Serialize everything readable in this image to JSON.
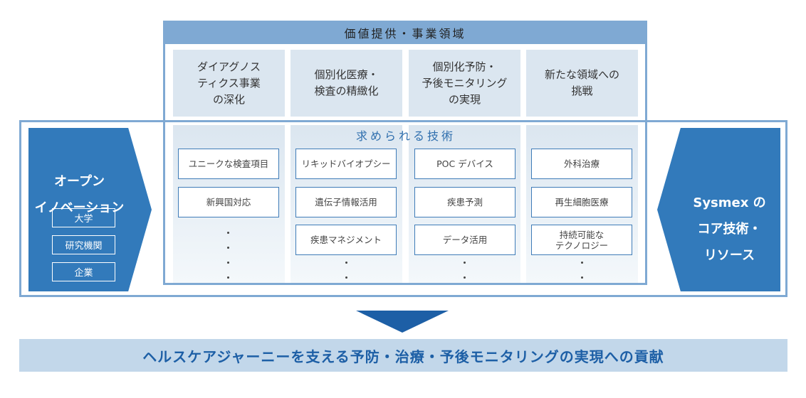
{
  "value_area": {
    "title": "価値提供・事業領域",
    "items": [
      "ダイアグノス\nティクス事業\nの深化",
      "個別化医療・\n検査の精緻化",
      "個別化予防・\n予後モニタリング\nの実現",
      "新たな領域への\n挑戦"
    ]
  },
  "technology": {
    "title": "求められる技術",
    "columns": [
      [
        "ユニークな検査項目",
        "新興国対応"
      ],
      [
        "リキッドバイオプシー",
        "遺伝子情報活用",
        "疾患マネジメント"
      ],
      [
        "POC デバイス",
        "疾患予測",
        "データ活用"
      ],
      [
        "外科治療",
        "再生細胞医療",
        "持続可能な\nテクノロジー"
      ]
    ]
  },
  "left_block": {
    "title": "オープン\nイノベーション",
    "items": [
      "大学",
      "研究機関",
      "企業"
    ]
  },
  "right_block": {
    "title": "Sysmex の\nコア技術・\nリソース"
  },
  "result_banner": "ヘルスケアジャーニーを支える予防・治療・予後モニタリングの実現への貢献",
  "colors": {
    "accent": "#327abb",
    "header": "#7fa9d3",
    "panel": "#dbe6f0",
    "banner": "#c2d7ea",
    "banner_text": "#1d5fa6"
  }
}
